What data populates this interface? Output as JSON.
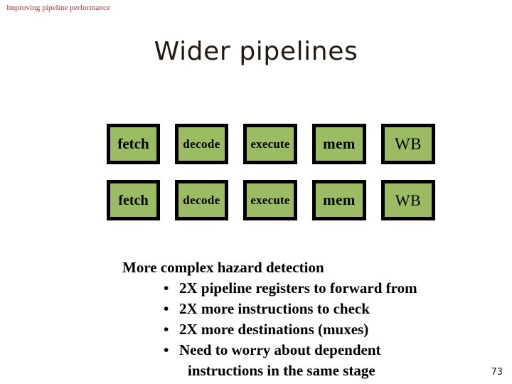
{
  "slide": {
    "kicker": "Improving pipeline performance",
    "kicker_color": "#A33333",
    "title": "Wider pipelines",
    "title_color": "#231A12",
    "background": "#FFFFFF",
    "page_number": "73"
  },
  "diagram": {
    "box_fill": "#9CBC64",
    "box_border": "#000000",
    "stage_labels": [
      "fetch",
      "decode",
      "execute",
      "mem",
      "WB"
    ],
    "rows": [
      {
        "name": "pipeline-row-1",
        "stages": [
          "fetch",
          "decode",
          "execute",
          "mem",
          "WB"
        ]
      },
      {
        "name": "pipeline-row-2",
        "stages": [
          "fetch",
          "decode",
          "execute",
          "mem",
          "WB"
        ]
      }
    ]
  },
  "body": {
    "lead": "More complex hazard detection",
    "bullet_marker": "•",
    "bullets": [
      "2X pipeline registers to forward from",
      "2X more instructions to check",
      "2X more destinations (muxes)",
      "Need to worry about dependent"
    ],
    "continuation": "instructions in the same stage"
  }
}
